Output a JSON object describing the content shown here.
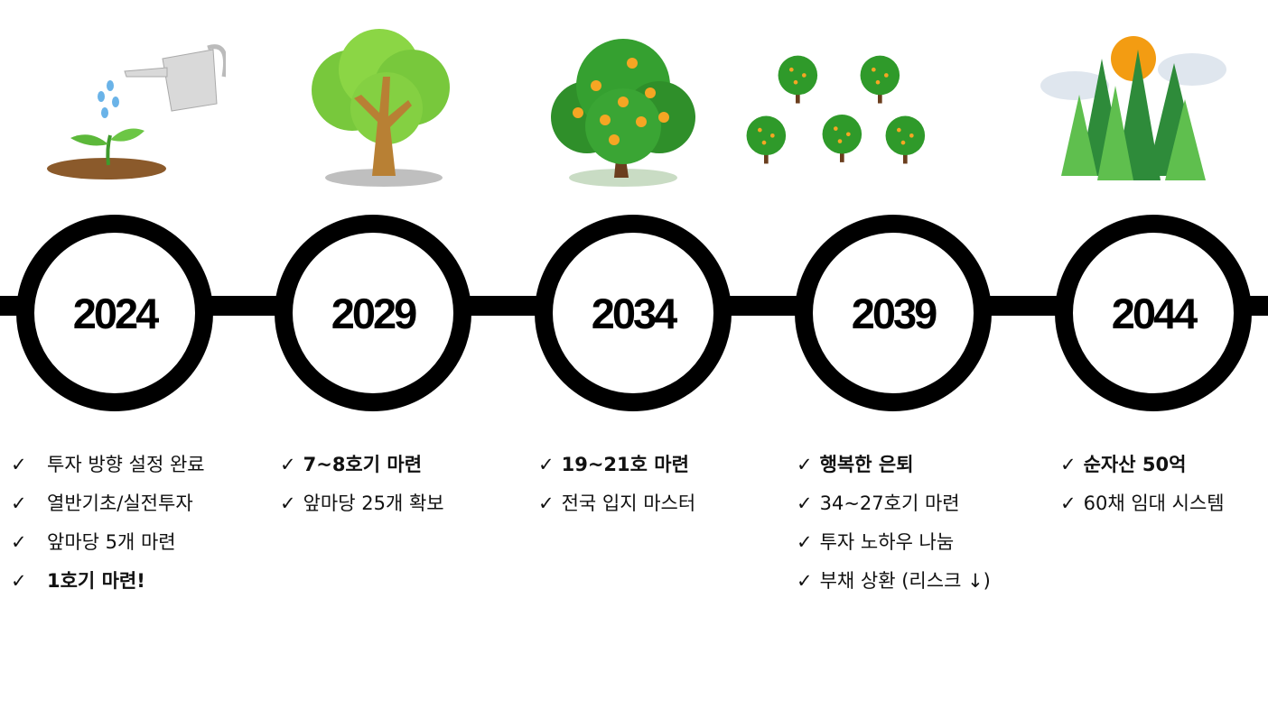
{
  "timeline": {
    "check_symbol": "✓",
    "milestones": [
      {
        "year": "2024",
        "items": [
          {
            "text": "투자 방향 설정 완료",
            "style": "normal"
          },
          {
            "text": "열반기초/실전투자",
            "style": "normal"
          },
          {
            "text": "앞마당 5개 마련",
            "style": "normal"
          },
          {
            "text": "1호기 마련!",
            "style": "red"
          }
        ]
      },
      {
        "year": "2029",
        "items": [
          {
            "text": "7~8호기 마련",
            "style": "red"
          },
          {
            "text": "앞마당 25개 확보",
            "style": "normal"
          }
        ]
      },
      {
        "year": "2034",
        "items": [
          {
            "text": "19~21호 마련",
            "style": "red"
          },
          {
            "text": "전국 입지 마스터",
            "style": "normal"
          }
        ]
      },
      {
        "year": "2039",
        "items": [
          {
            "text": "행복한 은퇴",
            "style": "red"
          },
          {
            "text": "34~27호기 마련",
            "style": "normal"
          },
          {
            "text": "투자 노하우 나눔",
            "style": "normal"
          },
          {
            "text": "부채 상환 (리스크 ↓)",
            "style": "navy"
          }
        ]
      },
      {
        "year": "2044",
        "items": [
          {
            "text": "순자산 50억",
            "style": "red"
          },
          {
            "text": "60채 임대 시스템",
            "style": "normal"
          }
        ]
      }
    ]
  },
  "colors": {
    "line": "#000000",
    "highlight": "#d0141e",
    "navy": "#1a3c7a"
  }
}
